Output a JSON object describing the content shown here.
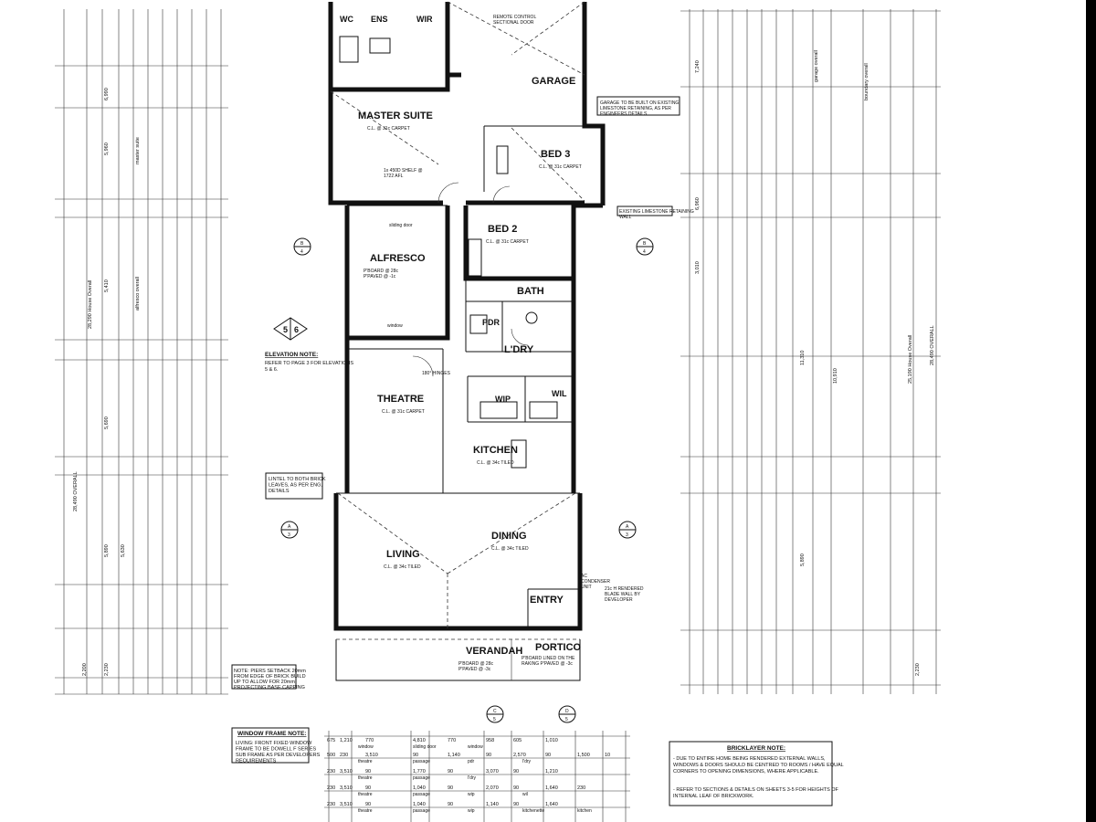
{
  "rooms": {
    "wc": "WC",
    "ens": "ENS",
    "wir": "WIR",
    "garage": "GARAGE",
    "master_suite": "MASTER SUITE",
    "bed3": "BED 3",
    "bed2": "BED 2",
    "alfresco": "ALFRESCO",
    "bath": "BATH",
    "pdr": "PDR",
    "ldry": "L'DRY",
    "theatre": "THEATRE",
    "wip": "WIP",
    "wil": "WIL",
    "kitchen": "KITCHEN",
    "living": "LIVING",
    "dining": "DINING",
    "entry": "ENTRY",
    "verandah": "VERANDAH",
    "portico": "PORTICO"
  },
  "room_labels": {
    "master_suite": "C.L. @ 31c CARPET",
    "bed3": "C.L. @ 31c CARPET",
    "bed2": "C.L. @ 31c CARPET",
    "alfresco": "P'BOARD @ 28c P'PAVED @ -1c",
    "theatre": "C.L. @ 31c CARPET",
    "kitchen": "C.L. @ 34c TILED",
    "living": "C.L. @ 34c TILED",
    "dining": "C.L. @ 34c TILED",
    "verandah": "P'BOARD @ 28c P'PAVED @ -3c",
    "portico": "P'BOARD LINED ON THE RAKING P'PAVED @ -3c",
    "garage_top": "REMOTE CONTROL SECTIONAL DOOR",
    "garage_limestone": "GARAGE TO BE BUILT ON EXISTING LIMESTONE RETAINING, AS PER ENGINEERS DETAILS",
    "sliding_door": "sliding door",
    "window": "window",
    "bed2_wall": "EXISTING LIMESTONE RETAINING WALL",
    "shelf": "1x 450D SHELF @ 1722 AFL",
    "ac": "AC CONDENSER UNIT",
    "blade_wall": "21c H RENDERED BLADE WALL BY DEVELOPER",
    "hinges": "180° HINGES"
  },
  "notes": {
    "elevation_title": "ELEVATION NOTE:",
    "elevation_text": "REFER TO PAGE 3 FOR ELEVATIONS 5 & 6.",
    "lintel_title": "LINTEL TO BOTH BRICK LEAVES, AS PER ENG. DETAILS",
    "window_frame_title": "WINDOW FRAME NOTE:",
    "window_frame_text": "LIVING: FRONT FIXED WINDOW FRAME TO BE DOWELL F SERIES SUB FRAME AS PER DEVELOPERS REQUIREMENTS",
    "bricklayer_title": "BRICKLAYER NOTE:",
    "bricklayer_text_1": "- DUE TO ENTIRE HOME BEING RENDERED EXTERNAL WALLS, WINDOWS & DOORS SHOULD BE CENTRED TO ROOMS / HAVE EQUAL CORNERS TO OPENING DIMENSIONS, WHERE APPLICABLE.",
    "bricklayer_text_2": "- REFER TO SECTIONS & DETAILS ON SHEETS 3-5 FOR HEIGHTS OF INTERNAL LEAF OF BRICKWORK.",
    "piers_title": "NOTE: PIERS SETBACK 20mm FROM EDGE OF BRICK BUILD UP TO ALLOW FOR 20mm PROJECTING BASE CAPPING"
  },
  "markers": {
    "section_b_top": "B",
    "section_b_num": "4",
    "section_a_top": "A",
    "section_a_num": "3",
    "section_c_top": "C",
    "section_c_num": "5",
    "section_d_top": "D",
    "section_d_num": "5",
    "elev_5": "5",
    "elev_6": "6"
  },
  "overall_dims": {
    "left_overall": "28,490 OVERALL",
    "left_house": "28,290 House Overall",
    "right_overall": "28,490 OVERALL",
    "right_house": "25,190 House Overall",
    "boundary": "boundary overall",
    "garage_overall": "garage overall",
    "alfresco_overall": "alfresco overall",
    "master_suite": "master suite"
  },
  "left_dims": [
    "6,990",
    "5,960",
    "5,410",
    "5,690",
    "5,890",
    "5,630",
    "2,200",
    "2,230"
  ],
  "right_dims": [
    "7,240",
    "6,960",
    "3,010",
    "11,310",
    "10,910",
    "5,890",
    "2,230"
  ],
  "bottom_table": {
    "row1": [
      "675",
      "1,210",
      "770",
      "4,810",
      "770",
      "958",
      "605",
      "1,010"
    ],
    "row1_labels": [
      "window",
      "sliding door",
      "window"
    ],
    "row2": [
      "500",
      "230",
      "3,510",
      "90",
      "1,140",
      "90",
      "2,570",
      "90",
      "1,500",
      "10"
    ],
    "row2_labels": [
      "theatre",
      "passage",
      "pdr",
      "l'dry"
    ],
    "row3": [
      "230",
      "3,510",
      "90",
      "1,770",
      "90",
      "3,070",
      "90",
      "1,210"
    ],
    "row3_labels": [
      "theatre",
      "passage",
      "l'dry"
    ],
    "row4": [
      "230",
      "3,510",
      "90",
      "1,040",
      "90",
      "2,070",
      "90",
      "1,640",
      "230"
    ],
    "row4_labels": [
      "theatre",
      "passage",
      "wip",
      "wil"
    ],
    "row5": [
      "230",
      "3,510",
      "90",
      "1,040",
      "90",
      "1,140",
      "90",
      "1,640"
    ],
    "row5_labels": [
      "theatre",
      "passage",
      "wip",
      "kitchenette",
      "kitchen"
    ]
  }
}
